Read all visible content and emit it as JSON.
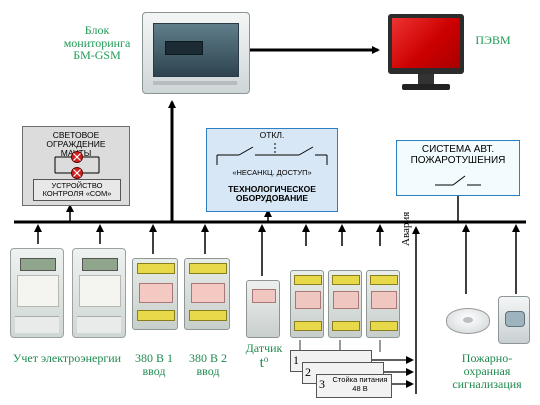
{
  "gsm_block": {
    "label": "Блок мониторинга БМ-GSM"
  },
  "pc": {
    "label": "ПЭВМ"
  },
  "mast_lighting": {
    "title": "СВЕТОВОЕ ОГРАЖДЕНИЕ МАЧТЫ",
    "device": "УСТРОЙСТВО КОНТРОЛЯ «СОМ»"
  },
  "tech_equipment": {
    "switch_label": "ОТКЛ.",
    "access_label": "«НЕСАНКЦ. ДОСТУП»",
    "title": "ТЕХНОЛОГИЧЕСКОЕ ОБОРУДОВАНИЕ"
  },
  "fire_system": {
    "title": "СИСТЕМА АВТ. ПОЖАРОТУШЕНИЯ"
  },
  "alarm_line": {
    "label": "Авария"
  },
  "captions": {
    "energy": "Учет электроэнергии",
    "input1": "380 В 1 ввод",
    "input2": "380 В 2 ввод",
    "sensor": "Датчик",
    "sensor_symbol": "t",
    "sensor_sup": "o",
    "fire_alarm": "Пожарно-охранная сигнализация"
  },
  "power_racks": {
    "numbers": [
      "1",
      "2",
      "3"
    ],
    "label": "Стойка питания",
    "voltage": "48 В"
  },
  "colors": {
    "box_fill": "#daeaf6",
    "accent_blue": "#2b7fc2",
    "label_green": "#1f9a55",
    "bus": "#000000"
  }
}
